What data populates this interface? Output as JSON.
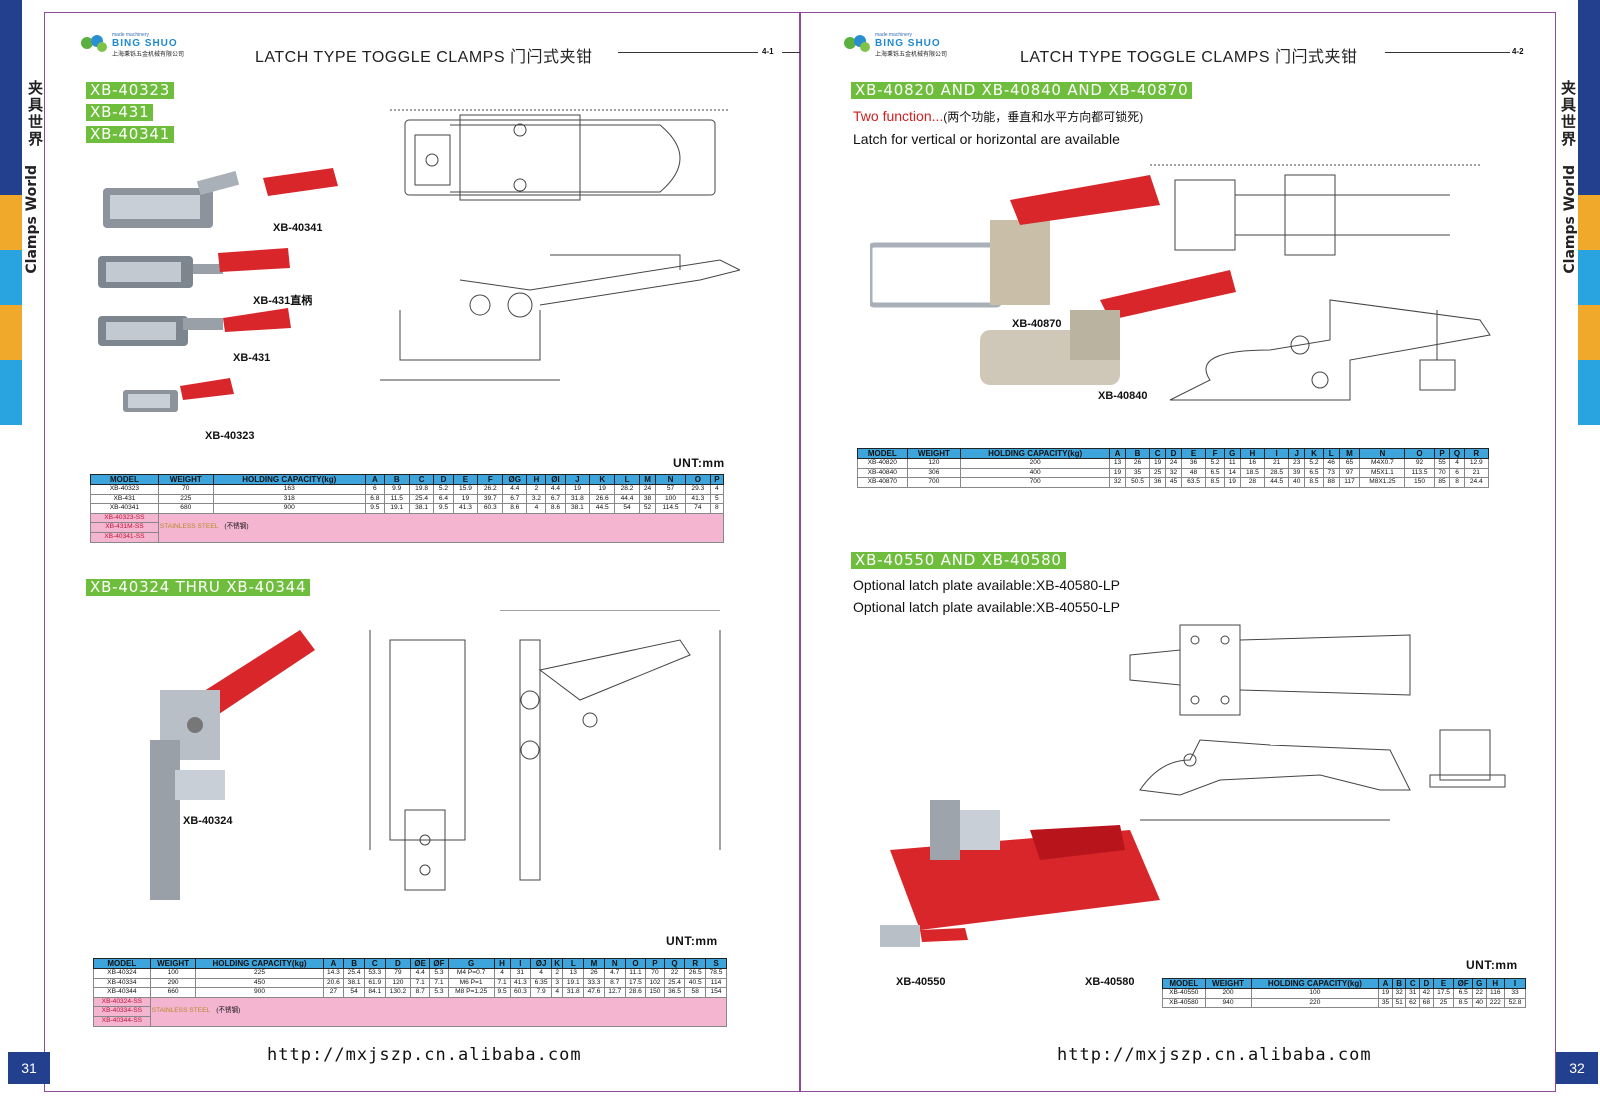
{
  "left": {
    "logo": {
      "small": "made machinery",
      "brand": "BING SHUO",
      "company": "上海秉铄五金机械有限公司"
    },
    "header": "LATCH TYPE TOGGLE CLAMPS 门闩式夹钳",
    "header_num": "4-1",
    "tags": [
      "XB-40323",
      "XB-431",
      "XB-40341"
    ],
    "photo_labels": [
      "XB-40341",
      "XB-431直柄",
      "XB-431",
      "XB-40323"
    ],
    "unit": "UNT:mm",
    "table1": {
      "headers": [
        "MODEL",
        "WEIGHT",
        "HOLDING CAPACITY(kg)",
        "A",
        "B",
        "C",
        "D",
        "E",
        "F",
        "ØG",
        "H",
        "ØI",
        "J",
        "K",
        "L",
        "M",
        "N",
        "O",
        "P"
      ],
      "rows": [
        [
          "XB-40323",
          "70",
          "163",
          "6",
          "9.9",
          "19.8",
          "5.2",
          "15.9",
          "26.2",
          "4.4",
          "2",
          "4.4",
          "19",
          "19",
          "28.2",
          "24",
          "57",
          "29.3",
          "4"
        ],
        [
          "XB-431",
          "225",
          "318",
          "6.8",
          "11.5",
          "25.4",
          "6.4",
          "19",
          "39.7",
          "6.7",
          "3.2",
          "6.7",
          "31.8",
          "26.6",
          "44.4",
          "38",
          "100",
          "41.3",
          "5"
        ],
        [
          "XB-40341",
          "680",
          "900",
          "9.5",
          "19.1",
          "38.1",
          "9.5",
          "41.3",
          "60.3",
          "8.6",
          "4",
          "8.6",
          "38.1",
          "44.5",
          "54",
          "52",
          "114.5",
          "74",
          "8"
        ]
      ],
      "ss_rows": [
        "XB-40323-SS",
        "XB-431M-SS",
        "XB-40341-SS"
      ],
      "ss_note": "STAINLESS STEEL",
      "ss_zh": "(不锈钢)"
    },
    "tag2": "XB-40324 THRU XB-40344",
    "photo2_label": "XB-40324",
    "unit2": "UNT:mm",
    "table2": {
      "headers": [
        "MODEL",
        "WEIGHT",
        "HOLDING CAPACITY(kg)",
        "A",
        "B",
        "C",
        "D",
        "ØE",
        "ØF",
        "G",
        "H",
        "I",
        "ØJ",
        "K",
        "L",
        "M",
        "N",
        "O",
        "P",
        "Q",
        "R",
        "S"
      ],
      "rows": [
        [
          "XB-40324",
          "100",
          "225",
          "14.3",
          "25.4",
          "53.3",
          "79",
          "4.4",
          "5.3",
          "M4 P=0.7",
          "4",
          "31",
          "4",
          "2",
          "13",
          "26",
          "4.7",
          "11.1",
          "70",
          "22",
          "26.5",
          "78.5"
        ],
        [
          "XB-40334",
          "290",
          "450",
          "20.6",
          "38.1",
          "61.9",
          "120",
          "7.1",
          "7.1",
          "M6 P=1",
          "7.1",
          "41.3",
          "6.35",
          "3",
          "19.1",
          "33.3",
          "8.7",
          "17.5",
          "102",
          "25.4",
          "40.5",
          "114"
        ],
        [
          "XB-40344",
          "660",
          "900",
          "27",
          "54",
          "84.1",
          "130.2",
          "8.7",
          "5.3",
          "M8 P=1.25",
          "9.5",
          "60.3",
          "7.9",
          "4",
          "31.8",
          "47.6",
          "12.7",
          "28.6",
          "150",
          "36.5",
          "58",
          "154"
        ]
      ],
      "ss_rows": [
        "XB-40324-SS",
        "XB-40334-SS",
        "XB-40344-SS"
      ],
      "ss_note": "STAINLESS STEEL",
      "ss_zh": "(不锈钢)"
    },
    "url": "http://mxjszp.cn.alibaba.com",
    "page_num": "31",
    "side_zh": "夹具世界",
    "side_en": "Clamps World"
  },
  "right": {
    "logo": {
      "small": "made machinery",
      "brand": "BING SHUO",
      "company": "上海秉铄五金机械有限公司"
    },
    "header": "LATCH TYPE TOGGLE CLAMPS 门闩式夹钳",
    "header_num": "4-2",
    "tag1": "XB-40820 AND XB-40840 AND XB-40870",
    "red_text": "Two function...",
    "red_zh": "(两个功能，垂直和水平方向都可锁死)",
    "body_text": "Latch for vertical or horizontal are available",
    "photo_labels": [
      "XB-40870",
      "XB-40840"
    ],
    "table1": {
      "headers": [
        "MODEL",
        "WEIGHT",
        "HOLDING CAPACITY(kg)",
        "A",
        "B",
        "C",
        "D",
        "E",
        "F",
        "G",
        "H",
        "I",
        "J",
        "K",
        "L",
        "M",
        "N",
        "O",
        "P",
        "Q",
        "R"
      ],
      "rows": [
        [
          "XB-40820",
          "120",
          "200",
          "13",
          "26",
          "19",
          "24",
          "36",
          "5.2",
          "11",
          "16",
          "21",
          "23",
          "5.2",
          "46",
          "65",
          "M4X0.7",
          "92",
          "55",
          "4",
          "12.9"
        ],
        [
          "XB-40840",
          "306",
          "400",
          "19",
          "35",
          "25",
          "32",
          "48",
          "6.5",
          "14",
          "18.5",
          "28.5",
          "39",
          "6.5",
          "73",
          "97",
          "M5X1.1",
          "113.5",
          "70",
          "6",
          "21"
        ],
        [
          "XB-40870",
          "700",
          "700",
          "32",
          "50.5",
          "36",
          "45",
          "63.5",
          "8.5",
          "19",
          "28",
          "44.5",
          "40",
          "8.5",
          "88",
          "117",
          "M8X1.25",
          "150",
          "85",
          "8",
          "24.4"
        ]
      ]
    },
    "tag2": "XB-40550 AND XB-40580",
    "opt1": "Optional latch plate available:XB-40580-LP",
    "opt2": "Optional latch plate available:XB-40550-LP",
    "photo2_labels": [
      "XB-40550",
      "XB-40580"
    ],
    "unit": "UNT:mm",
    "table2": {
      "headers": [
        "MODEL",
        "WEIGHT",
        "HOLDING CAPACITY(kg)",
        "A",
        "B",
        "C",
        "D",
        "E",
        "ØF",
        "G",
        "H",
        "I"
      ],
      "rows": [
        [
          "XB-40550",
          "200",
          "100",
          "19",
          "32",
          "31",
          "42",
          "17.5",
          "6.5",
          "22",
          "116",
          "33"
        ],
        [
          "XB-40580",
          "940",
          "220",
          "35",
          "51",
          "62",
          "68",
          "25",
          "8.5",
          "40",
          "222",
          "52.8"
        ]
      ]
    },
    "url": "http://mxjszp.cn.alibaba.com",
    "page_num": "32",
    "side_zh": "夹具世界",
    "side_en": "Clamps World"
  },
  "colors": {
    "tag_green": "#6ebd3c",
    "table_header_blue": "#3ea5dc",
    "ss_pink": "#f4b5d0",
    "handle_red": "#d8262a",
    "page_num_blue": "#23408e",
    "frame_purple": "#8a4c9a"
  }
}
